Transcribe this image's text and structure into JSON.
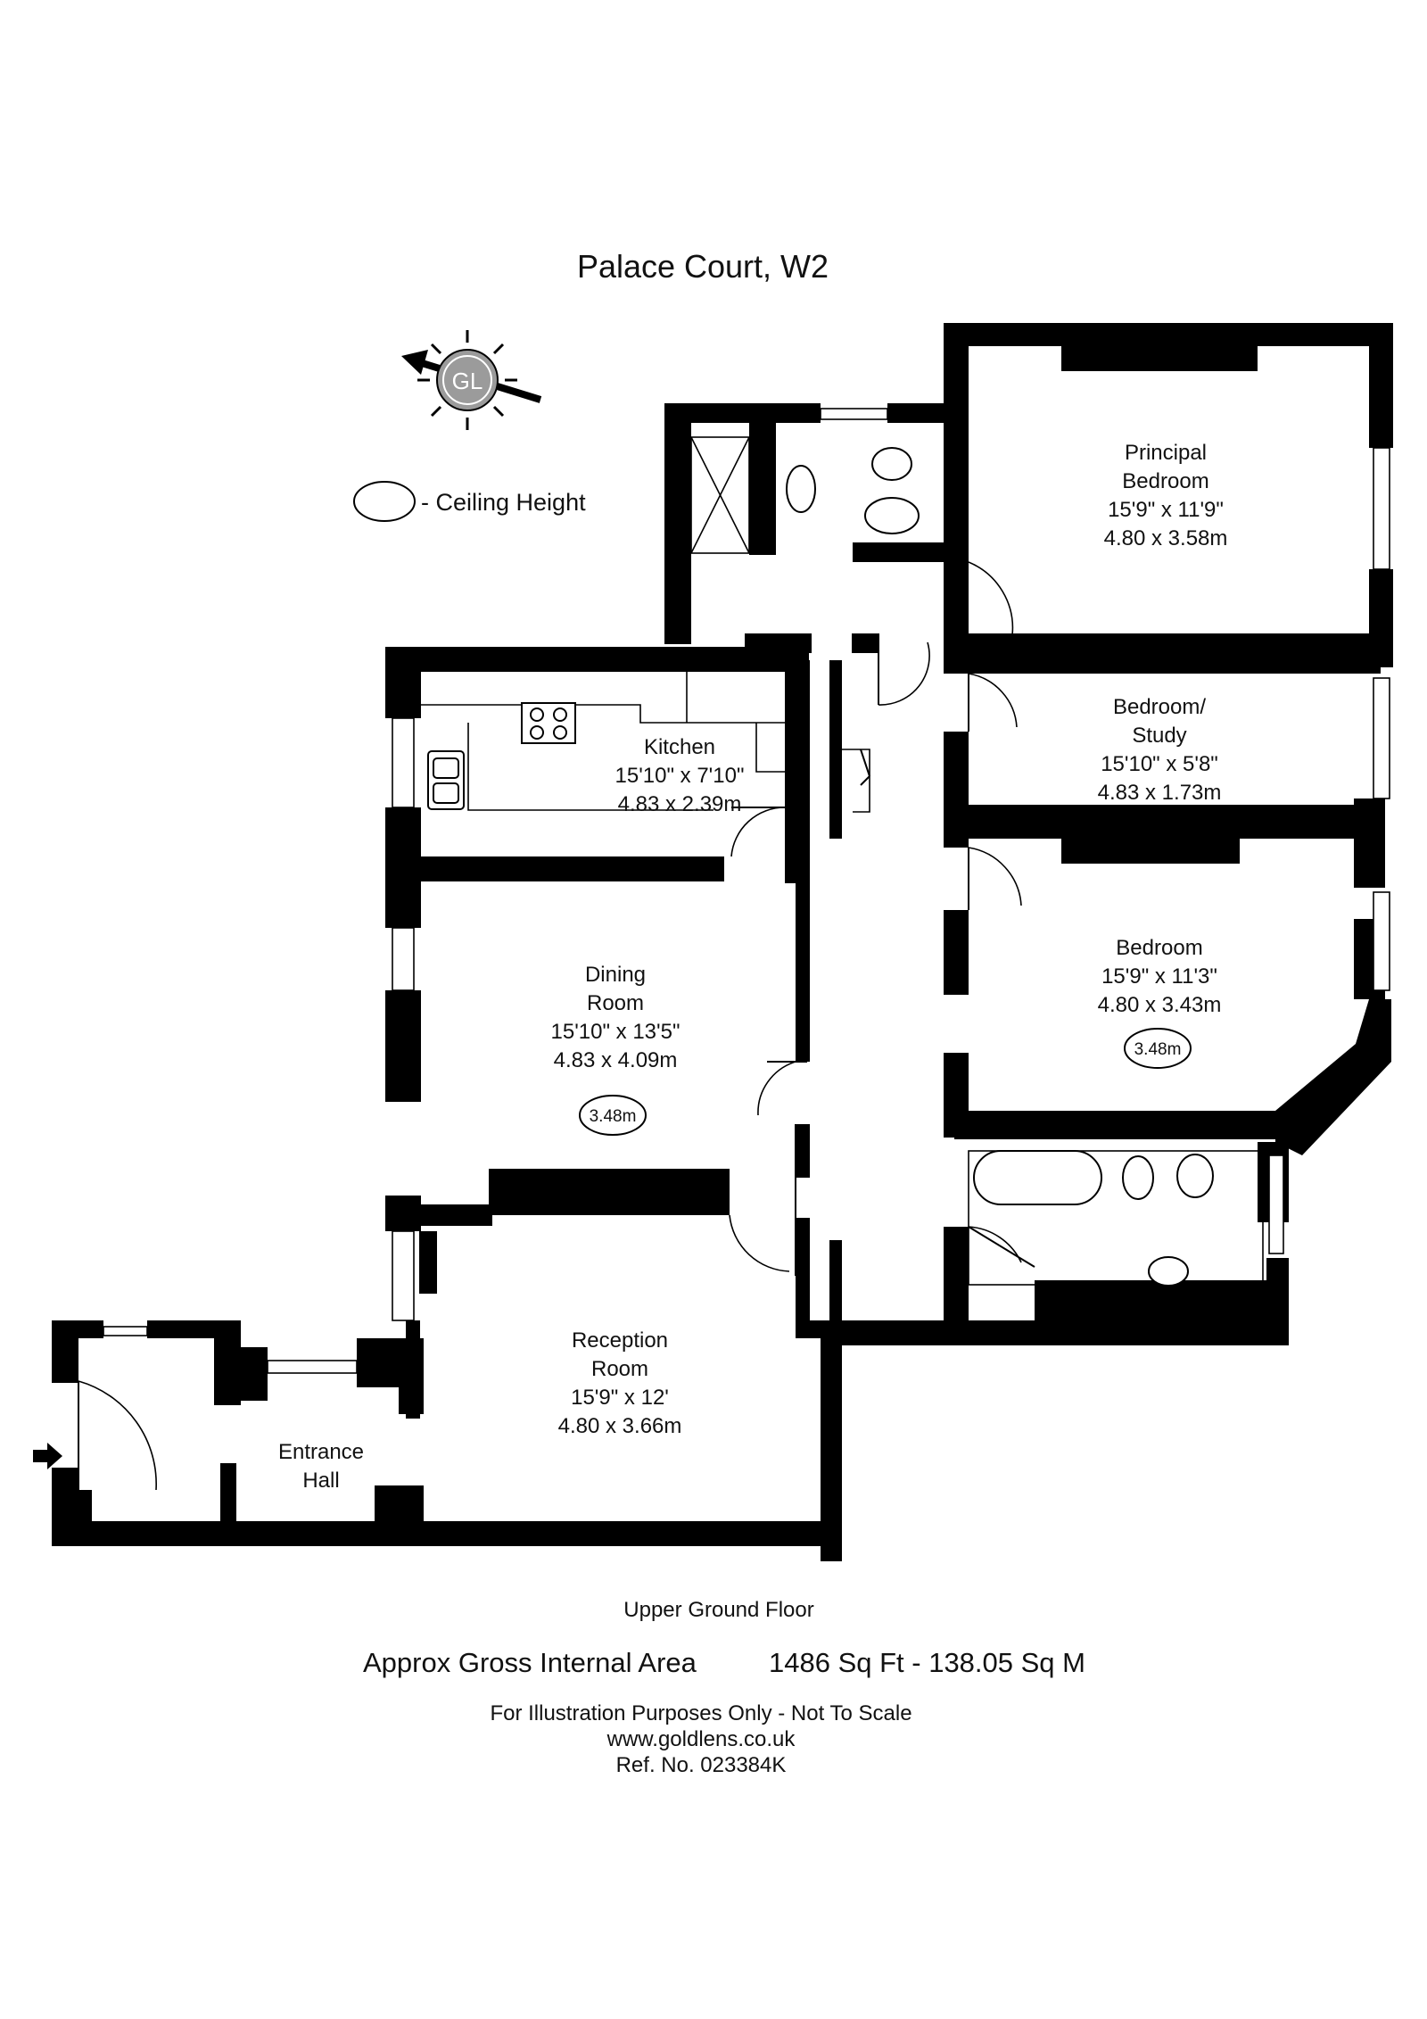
{
  "title": "Palace Court, W2",
  "compass": {
    "label": "GL"
  },
  "legend": {
    "text": "- Ceiling Height"
  },
  "rooms": {
    "principal_bedroom": {
      "name1": "Principal",
      "name2": "Bedroom",
      "imperial": "15'9\" x 11'9\"",
      "metric": "4.80 x 3.58m"
    },
    "bedroom_study": {
      "name1": "Bedroom/",
      "name2": "Study",
      "imperial": "15'10\" x 5'8\"",
      "metric": "4.83 x 1.73m"
    },
    "bedroom": {
      "name1": "Bedroom",
      "imperial": "15'9\" x 11'3\"",
      "metric": "4.80 x 3.43m",
      "ceiling": "3.48m"
    },
    "kitchen": {
      "name1": "Kitchen",
      "imperial": "15'10\" x 7'10\"",
      "metric": "4.83 x 2.39m"
    },
    "dining_room": {
      "name1": "Dining",
      "name2": "Room",
      "imperial": "15'10\" x 13'5\"",
      "metric": "4.83 x 4.09m",
      "ceiling": "3.48m"
    },
    "reception_room": {
      "name1": "Reception",
      "name2": "Room",
      "imperial": "15'9\" x 12'",
      "metric": "4.80 x 3.66m"
    },
    "entrance_hall": {
      "name1": "Entrance",
      "name2": "Hall"
    }
  },
  "footer": {
    "floor": "Upper Ground Floor",
    "area_label": "Approx Gross Internal Area",
    "area_value": "1486 Sq Ft  -  138.05 Sq M",
    "disclaimer": "For Illustration Purposes Only - Not To Scale",
    "website": "www.goldlens.co.uk",
    "ref": "Ref. No. 023384K"
  }
}
